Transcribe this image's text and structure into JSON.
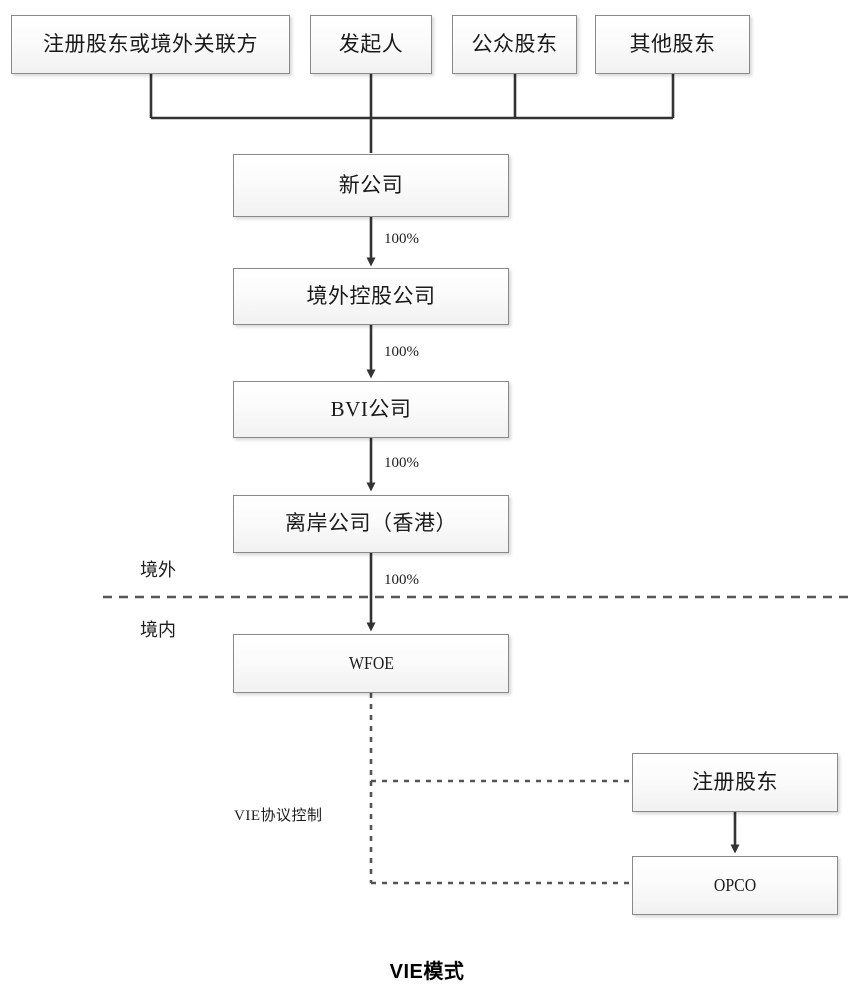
{
  "diagram": {
    "caption": "VIE模式",
    "type": "org-structure-flowchart",
    "regions": {
      "offshore_label": "境外",
      "onshore_label": "境内",
      "divider": "dashed-horizontal-line"
    },
    "shareholder_nodes": [
      {
        "id": "registered-shareholder-or-offshore-affiliate",
        "label": "注册股东或境外关联方"
      },
      {
        "id": "promoter",
        "label": "发起人"
      },
      {
        "id": "public-shareholders",
        "label": "公众股东"
      },
      {
        "id": "other-shareholders",
        "label": "其他股东"
      }
    ],
    "chain_nodes": [
      {
        "id": "new-company",
        "label": "新公司",
        "script": "cjk"
      },
      {
        "id": "offshore-holding-company",
        "label": "境外控股公司",
        "script": "cjk"
      },
      {
        "id": "bvi-company",
        "label": "BVI公司",
        "script": "cjk"
      },
      {
        "id": "offshore-company-hongkong",
        "label": "离岸公司（香港）",
        "script": "cjk"
      },
      {
        "id": "wfoe",
        "label": "WFOE",
        "script": "latin"
      }
    ],
    "opco_nodes": [
      {
        "id": "registered-shareholder",
        "label": "注册股东",
        "script": "cjk"
      },
      {
        "id": "opco",
        "label": "OPCO",
        "script": "latin"
      }
    ],
    "ownership_labels": [
      {
        "from": "new-company",
        "to": "offshore-holding-company",
        "value": "100%"
      },
      {
        "from": "offshore-holding-company",
        "to": "bvi-company",
        "value": "100%"
      },
      {
        "from": "bvi-company",
        "to": "offshore-company-hongkong",
        "value": "100%"
      },
      {
        "from": "offshore-company-hongkong",
        "to": "wfoe",
        "value": "100%"
      }
    ],
    "control_label": "VIE协议控制",
    "colors": {
      "box_border": "#8a8a8a",
      "box_fill_top": "#ffffff",
      "box_fill_bottom": "#f1f1f1",
      "connector": "#333333",
      "dashed_divider": "#555555",
      "text": "#1a1a1a"
    }
  }
}
